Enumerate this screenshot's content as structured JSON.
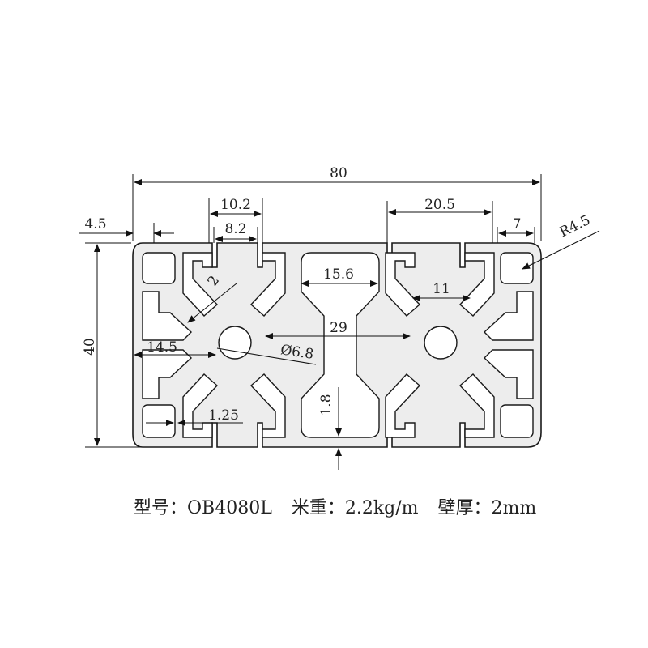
{
  "dimensions": {
    "overall_width": "80",
    "overall_height": "40",
    "slot_outer": "10.2",
    "slot_inner": "8.2",
    "edge_offset": "4.5",
    "center_offset": "14.5",
    "corner_gap": "20.5",
    "corner_width": "7",
    "corner_radius": "R4.5",
    "web_thickness": "2",
    "center_cavity": "15.6",
    "node_width": "11",
    "node_pitch": "29",
    "hole_diameter": "Ø6.8",
    "wall_thickness": "1.8",
    "corner_wall": "1.25"
  },
  "caption": {
    "model_label": "型号：",
    "model_value": "OB4080L",
    "weight_label": "米重：",
    "weight_value": "2.2kg/m",
    "thickness_label": "壁厚：",
    "thickness_value": "2mm"
  }
}
